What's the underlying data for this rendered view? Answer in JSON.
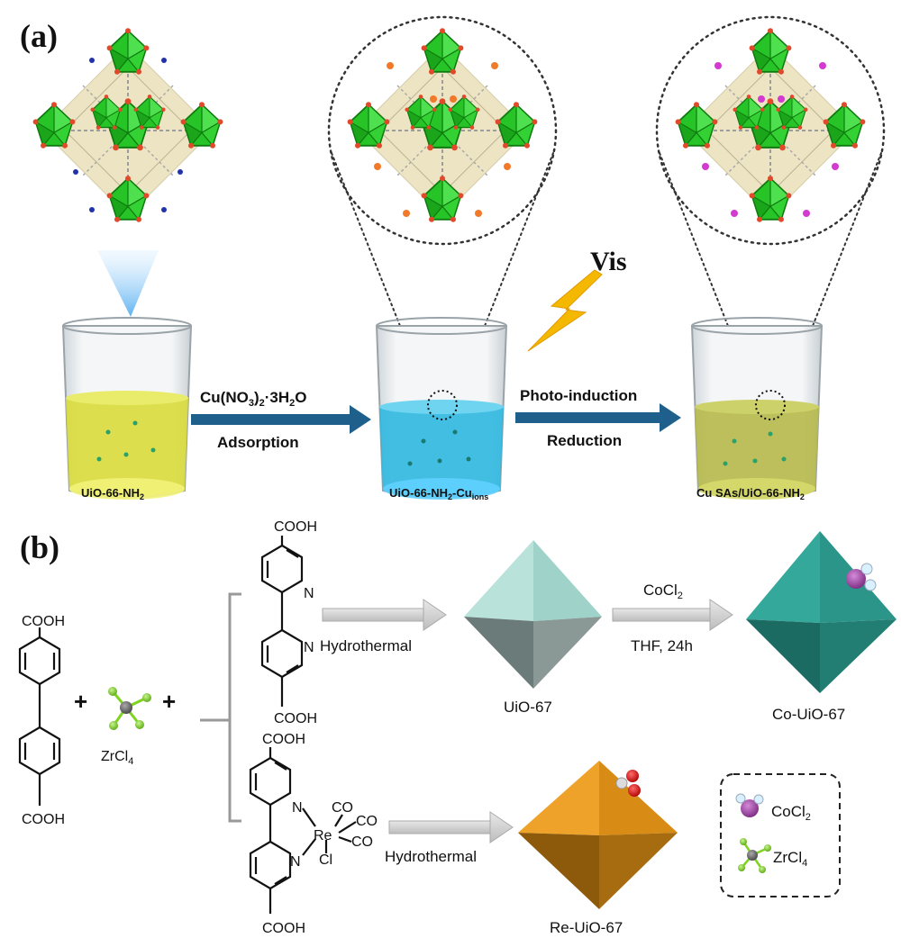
{
  "panel_a": {
    "label": "(a)",
    "vis": "Vis",
    "arrow1": {
      "top_main": "Cu(NO",
      "top_sub1": "3",
      "top_mid": ")",
      "top_sub2": "2",
      "top_rest": "·3H",
      "top_sub3": "2",
      "top_end": "O",
      "bottom": "Adsorption"
    },
    "arrow2": {
      "top": "Photo-induction",
      "bottom": "Reduction"
    },
    "beaker1": {
      "main": "UiO-66-NH",
      "sub": "2"
    },
    "beaker2": {
      "main": "UiO-66-NH",
      "sub": "2",
      "mid": "-Cu",
      "sub2": "ions"
    },
    "beaker3": {
      "main": "Cu SAs/UiO-66-NH",
      "sub": "2"
    },
    "colors": {
      "solution1": "#d9dc3a",
      "solution2": "#2fb8e0",
      "solution3": "#b6b94a",
      "cluster": "#22cc22",
      "arrow": "#1f5f8b",
      "bolt": "#f5b800"
    }
  },
  "panel_b": {
    "label": "(b)",
    "linker_top": "COOH",
    "linker_bottom": "COOH",
    "zr_label": {
      "main": "ZrCl",
      "sub": "4"
    },
    "plus": "+",
    "bipy_top_cooh": "COOH",
    "bipy_bottom_cooh": "COOH",
    "n1": "N",
    "n2": "N",
    "hydrothermal_1": "Hydrothermal",
    "hydrothermal_2": "Hydrothermal",
    "re_top_cooh": "COOH",
    "re_bottom_cooh": "COOH",
    "re_n1": "N",
    "re_n2": "N",
    "re": "Re",
    "co1": "CO",
    "co2": "CO",
    "co3": "CO",
    "cl": "Cl",
    "uio67": "UiO-67",
    "cocl2_arrow": {
      "main": "CoCl",
      "sub": "2"
    },
    "thf": "THF, 24h",
    "co_uio67": "Co-UiO-67",
    "re_uio67": "Re-UiO-67",
    "legend": {
      "cocl2": {
        "main": "CoCl",
        "sub": "2"
      },
      "zrcl4": {
        "main": "ZrCl",
        "sub": "4"
      }
    },
    "colors": {
      "uio67": "#a9d8d0",
      "co_uio67": "#2a9d90",
      "re_uio67": "#e69a1a",
      "cobalt": "#9a3ea0",
      "zr": "#666666",
      "cl": "#7ed321"
    }
  }
}
